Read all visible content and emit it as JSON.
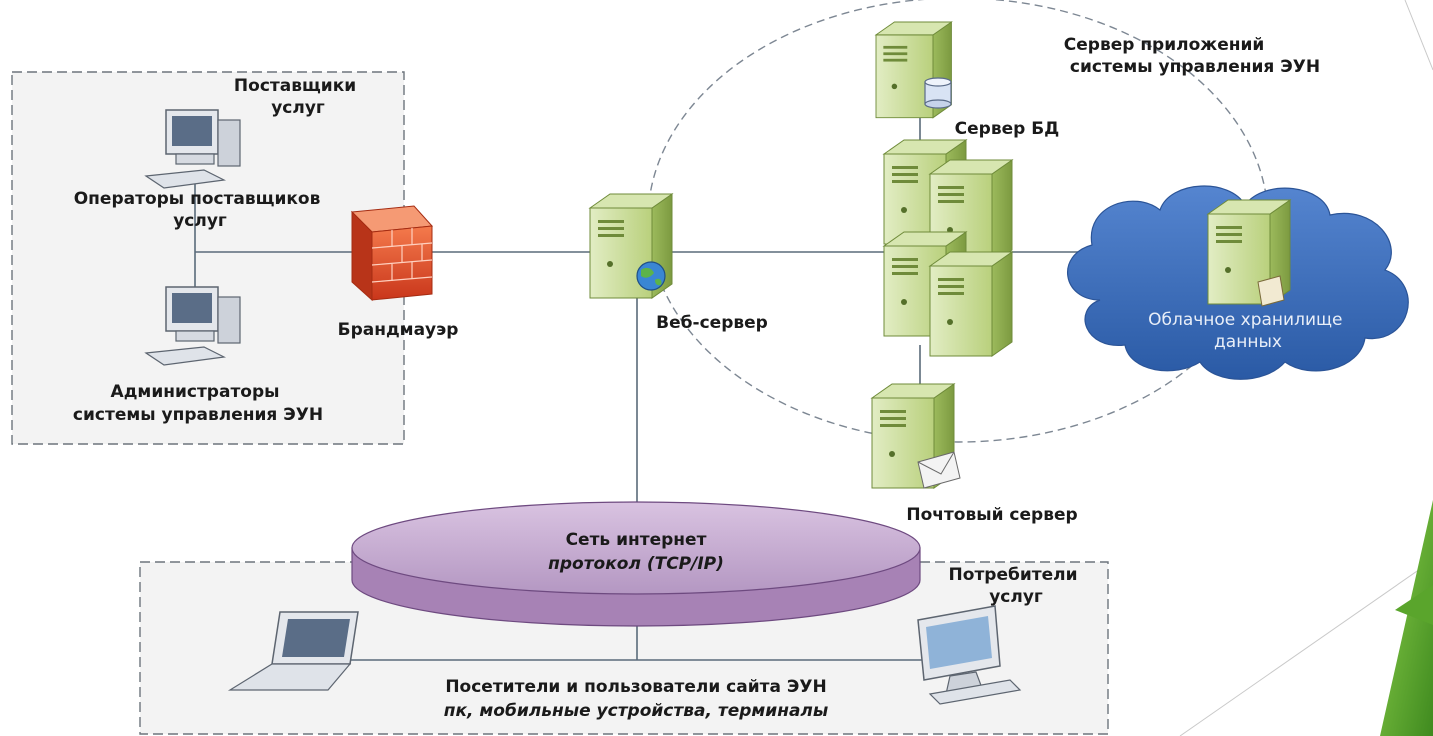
{
  "groups": {
    "providers_title": [
      "Поставщики",
      "услуг"
    ],
    "consumers_title": [
      "Потребители",
      "услуг"
    ]
  },
  "nodes": {
    "operators": [
      "Операторы поставщиков",
      "услуг"
    ],
    "admins": [
      "Администраторы",
      "системы управления ЭУН"
    ],
    "firewall": "Брандмауэр",
    "web_server": "Веб-сервер",
    "app_server": [
      "Сервер приложений",
      "системы управления ЭУН"
    ],
    "db_server": "Сервер БД",
    "cloud_storage": [
      "Облачное хранилище",
      "данных"
    ],
    "mail_server": "Почтовый сервер",
    "internet": [
      "Сеть интернет",
      "протокол (TCP/IP)"
    ],
    "visitors": [
      "Посетители и пользователи сайта ЭУН",
      "пк, мобильные устройства, терминалы"
    ]
  },
  "colors": {
    "server_light": "#c9dd9a",
    "server_dark": "#8fae4f",
    "firewall": "#e8532b",
    "cloud": "#3f6fb8",
    "internet_disk": "#cdb5d6",
    "accent_green": "#6aa832"
  },
  "icons": {
    "server": "server-icon",
    "pc": "desktop-pc-icon",
    "laptop": "laptop-icon",
    "monitor": "monitor-icon",
    "firewall": "firewall-icon",
    "cloud": "cloud-icon",
    "globe": "globe-icon",
    "database": "database-icon",
    "envelope": "envelope-icon"
  }
}
